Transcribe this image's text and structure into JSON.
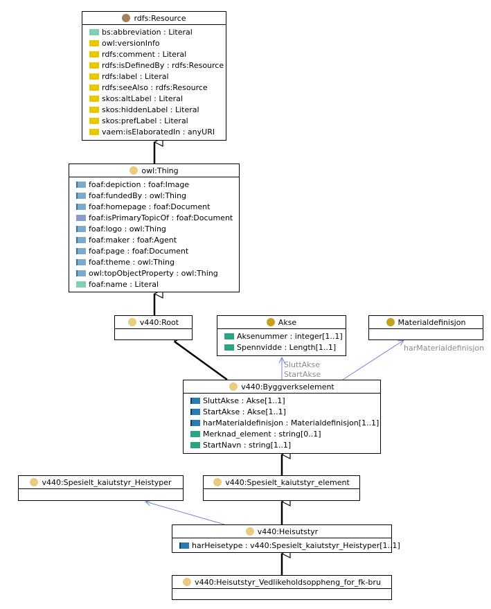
{
  "colors": {
    "dot_brown": "#a88060",
    "dot_light": "#e8cc80",
    "dot_gold": "#c8a020",
    "association_line": "#6d82d8",
    "label_gray": "#8a8a8a"
  },
  "classes": {
    "rdfs_resource": {
      "title": "rdfs:Resource",
      "dot": "brown",
      "attributes": [
        {
          "text": "bs:abbreviation : Literal",
          "icon": "literal"
        },
        {
          "text": "owl:versionInfo",
          "icon": "annotation"
        },
        {
          "text": "rdfs:comment : Literal",
          "icon": "annotation"
        },
        {
          "text": "rdfs:isDefinedBy : rdfs:Resource",
          "icon": "annotation"
        },
        {
          "text": "rdfs:label : Literal",
          "icon": "annotation"
        },
        {
          "text": "rdfs:seeAlso : rdfs:Resource",
          "icon": "annotation"
        },
        {
          "text": "skos:altLabel : Literal",
          "icon": "annotation"
        },
        {
          "text": "skos:hiddenLabel : Literal",
          "icon": "annotation"
        },
        {
          "text": "skos:prefLabel : Literal",
          "icon": "annotation"
        },
        {
          "text": "vaem:isElaboratedIn : anyURI",
          "icon": "annotation"
        }
      ]
    },
    "owl_thing": {
      "title": "owl:Thing",
      "dot": "light",
      "attributes": [
        {
          "text": "foaf:depiction : foaf:Image",
          "icon": "object"
        },
        {
          "text": "foaf:fundedBy : owl:Thing",
          "icon": "object"
        },
        {
          "text": "foaf:homepage : foaf:Document",
          "icon": "object"
        },
        {
          "text": "foaf:isPrimaryTopicOf : foaf:Document",
          "icon": "object-dark"
        },
        {
          "text": "foaf:logo : owl:Thing",
          "icon": "object"
        },
        {
          "text": "foaf:maker : foaf:Agent",
          "icon": "object"
        },
        {
          "text": "foaf:page : foaf:Document",
          "icon": "object"
        },
        {
          "text": "foaf:theme : owl:Thing",
          "icon": "object"
        },
        {
          "text": "owl:topObjectProperty : owl:Thing",
          "icon": "object"
        },
        {
          "text": "foaf:name : Literal",
          "icon": "literal"
        }
      ]
    },
    "v440_root": {
      "title": "v440:Root",
      "dot": "light",
      "attributes": []
    },
    "akse": {
      "title": "Akse",
      "dot": "gold",
      "attributes": [
        {
          "text": "Aksenummer : integer[1..1]",
          "icon": "data"
        },
        {
          "text": "Spennvidde : Length[1..1]",
          "icon": "data"
        }
      ]
    },
    "materialdefinisjon": {
      "title": "Materialdefinisjon",
      "dot": "gold",
      "attributes": []
    },
    "byggverkselement": {
      "title": "v440:Byggverkselement",
      "dot": "light",
      "attributes": [
        {
          "text": "SluttAkse : Akse[1..1]",
          "icon": "object-ref"
        },
        {
          "text": "StartAkse : Akse[1..1]",
          "icon": "object-ref"
        },
        {
          "text": "harMaterialdefinisjon : Materialdefinisjon[1..1]",
          "icon": "object-ref"
        },
        {
          "text": "Merknad_element : string[0..1]",
          "icon": "data"
        },
        {
          "text": "StartNavn : string[1..1]",
          "icon": "data"
        }
      ]
    },
    "heistyper": {
      "title": "v440:Spesielt_kaiutstyr_Heistyper",
      "dot": "light",
      "attributes": []
    },
    "kaiutstyr_element": {
      "title": "v440:Spesielt_kaiutstyr_element",
      "dot": "light",
      "attributes": []
    },
    "heisutstyr": {
      "title": "v440:Heisutstyr",
      "dot": "light",
      "attributes": [
        {
          "text": "harHeisetype : v440:Spesielt_kaiutstyr_Heistyper[1..1]",
          "icon": "object-ref"
        }
      ]
    },
    "vedlikehold": {
      "title": "v440:Heisutstyr_Vedlikeholdsoppheng_for_fk-bru",
      "dot": "light",
      "attributes": []
    }
  },
  "edge_labels": {
    "slutt_akse": "SluttAkse",
    "start_akse": "StartAkse",
    "har_materialdefinisjon": "harMaterialdefinisjon"
  }
}
